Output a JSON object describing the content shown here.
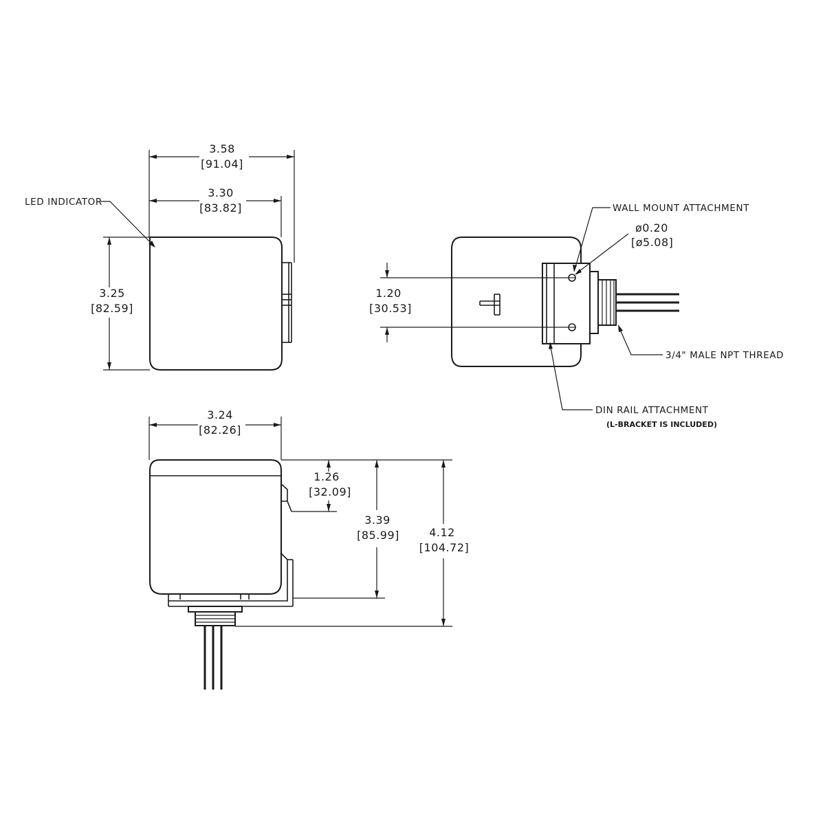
{
  "front_view": {
    "overall_width": {
      "in": "3.58",
      "mm": "[91.04]"
    },
    "body_width": {
      "in": "3.30",
      "mm": "[83.82]"
    },
    "height": {
      "in": "3.25",
      "mm": "[82.59]"
    },
    "led_label": "LED INDICATOR"
  },
  "side_view": {
    "hole_spacing": {
      "in": "1.20",
      "mm": "[30.53]"
    },
    "hole_diameter": {
      "in": "ø0.20",
      "mm": "[ø5.08]"
    },
    "wall_mount_label": "WALL MOUNT ATTACHMENT",
    "thread_label": "3/4\" MALE NPT THREAD",
    "din_rail_label": "DIN RAIL ATTACHMENT",
    "din_rail_note": "(L-BRACKET IS INCLUDED)"
  },
  "bottom_view": {
    "width": {
      "in": "3.24",
      "mm": "[82.26]"
    },
    "clip_height": {
      "in": "1.26",
      "mm": "[32.09]"
    },
    "body_height": {
      "in": "3.39",
      "mm": "[85.99]"
    },
    "overall_height": {
      "in": "4.12",
      "mm": "[104.72]"
    }
  }
}
